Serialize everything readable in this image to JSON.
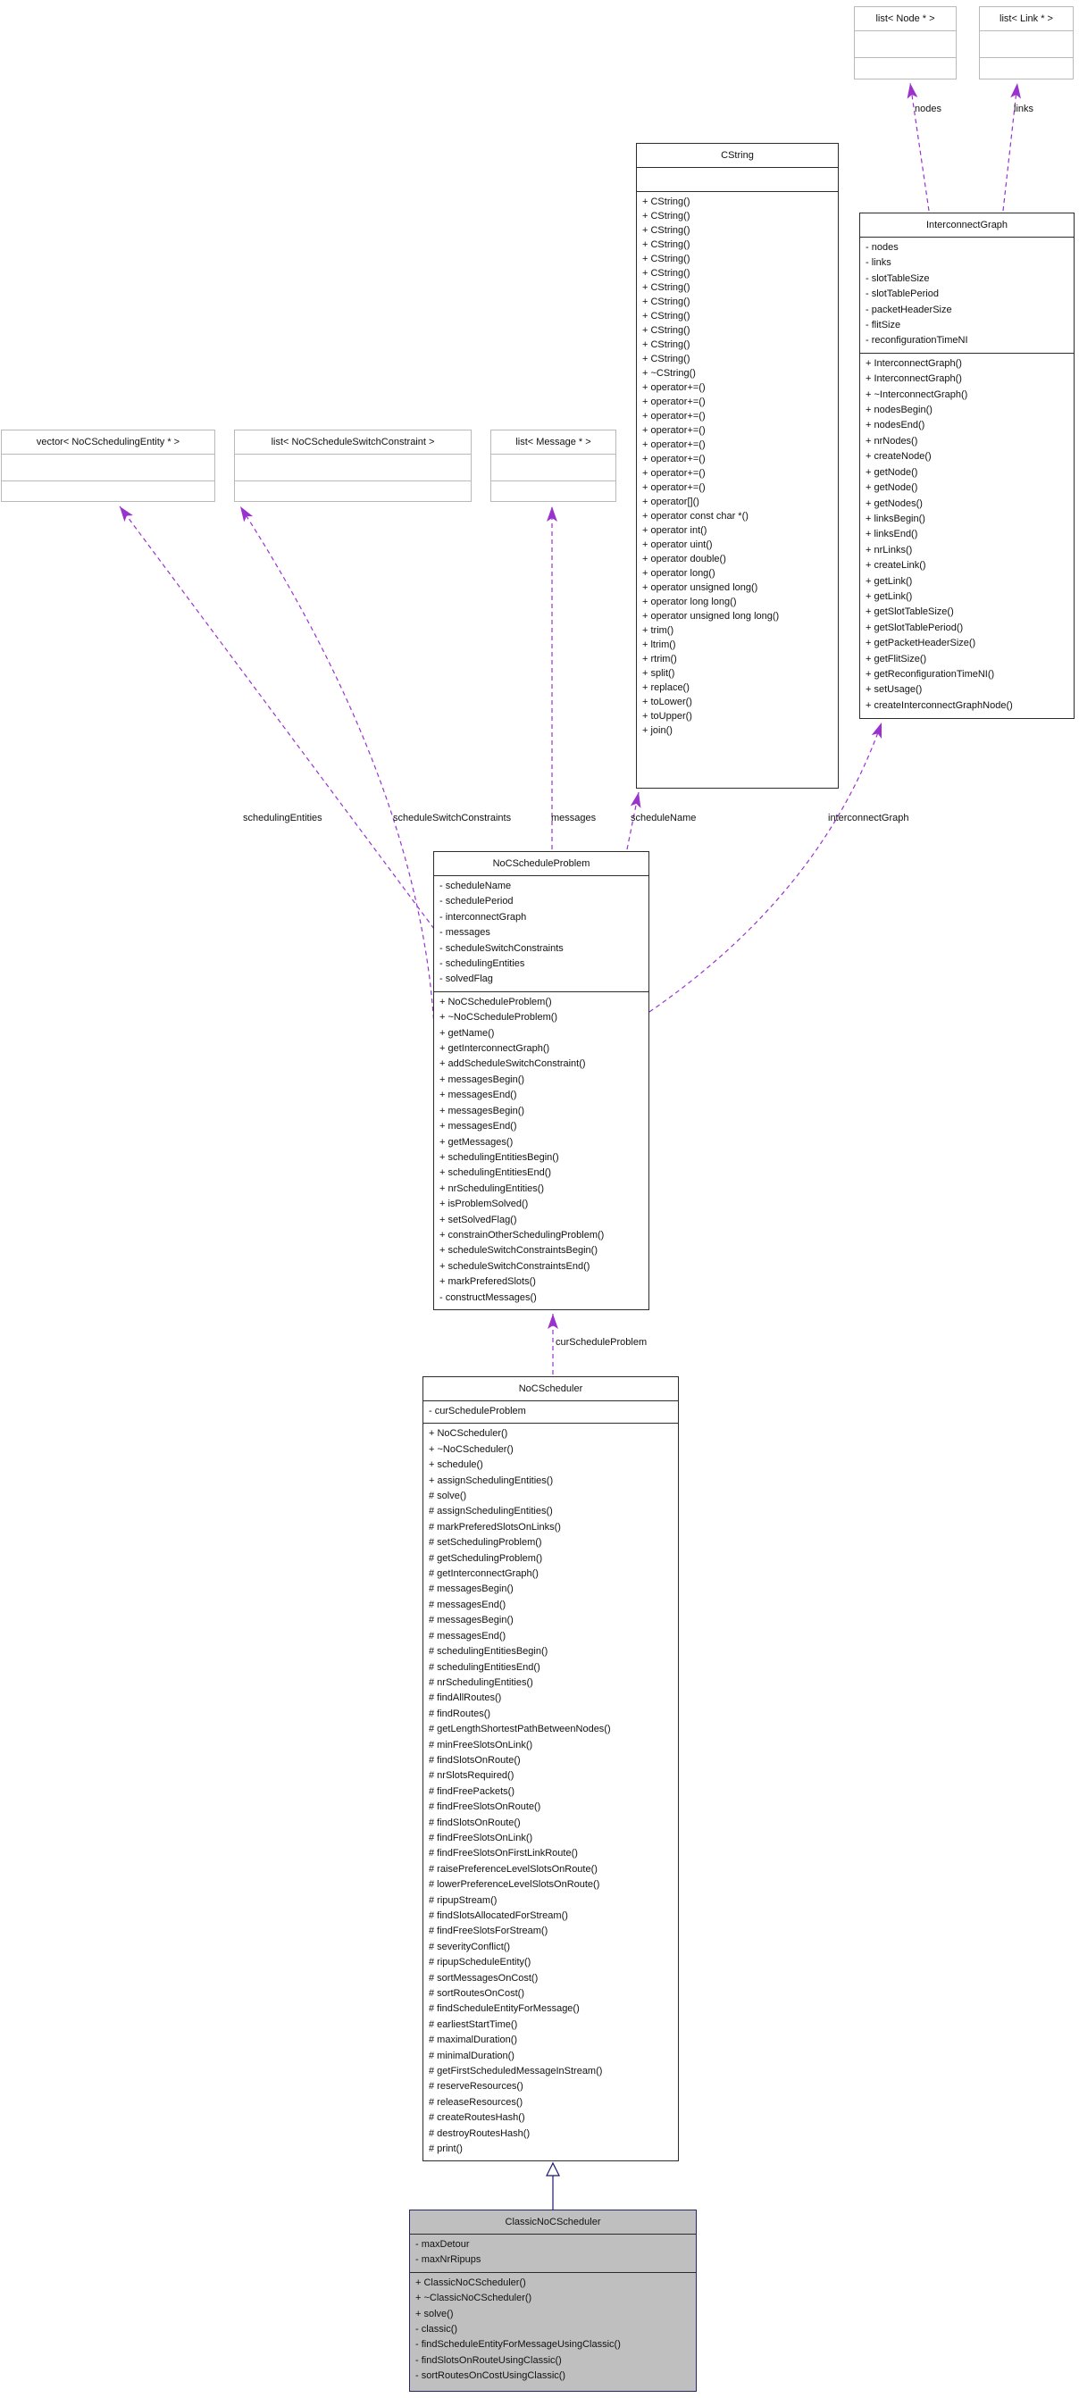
{
  "diagram_type": "uml-class-collaboration-diagram",
  "colors": {
    "usage_edge": "#9a32cd",
    "inheritance_edge": "#191970",
    "class_border": "#2b2b2b",
    "template_border": "#b9b9b9",
    "highlight_fill": "#bfbfbf",
    "background": "#ffffff"
  },
  "classes": [
    {
      "id": "list-node-ptr",
      "name": "list< Node * >",
      "kind": "template",
      "attributes": [],
      "methods": []
    },
    {
      "id": "list-link-ptr",
      "name": "list< Link * >",
      "kind": "template",
      "attributes": [],
      "methods": []
    },
    {
      "id": "cstring",
      "name": "CString",
      "kind": "class",
      "attributes": [],
      "methods": [
        "+ CString()",
        "+ CString()",
        "+ CString()",
        "+ CString()",
        "+ CString()",
        "+ CString()",
        "+ CString()",
        "+ CString()",
        "+ CString()",
        "+ CString()",
        "+ CString()",
        "+ CString()",
        "+ ~CString()",
        "+ operator+=()",
        "+ operator+=()",
        "+ operator+=()",
        "+ operator+=()",
        "+ operator+=()",
        "+ operator+=()",
        "+ operator+=()",
        "+ operator+=()",
        "+ operator[]()",
        "+ operator const char *()",
        "+ operator int()",
        "+ operator uint()",
        "+ operator double()",
        "+ operator long()",
        "+ operator unsigned long()",
        "+ operator long long()",
        "+ operator unsigned long long()",
        "+ trim()",
        "+ ltrim()",
        "+ rtrim()",
        "+ split()",
        "+ replace()",
        "+ toLower()",
        "+ toUpper()",
        "+ join()"
      ]
    },
    {
      "id": "interconnect-graph",
      "name": "InterconnectGraph",
      "kind": "class",
      "attributes": [
        "- nodes",
        "- links",
        "- slotTableSize",
        "- slotTablePeriod",
        "- packetHeaderSize",
        "- flitSize",
        "- reconfigurationTimeNI"
      ],
      "methods": [
        "+ InterconnectGraph()",
        "+ InterconnectGraph()",
        "+ ~InterconnectGraph()",
        "+ nodesBegin()",
        "+ nodesEnd()",
        "+ nrNodes()",
        "+ createNode()",
        "+ getNode()",
        "+ getNode()",
        "+ getNodes()",
        "+ linksBegin()",
        "+ linksEnd()",
        "+ nrLinks()",
        "+ createLink()",
        "+ getLink()",
        "+ getLink()",
        "+ getSlotTableSize()",
        "+ getSlotTablePeriod()",
        "+ getPacketHeaderSize()",
        "+ getFlitSize()",
        "+ getReconfigurationTimeNI()",
        "+ setUsage()",
        "+ createInterconnectGraphNode()"
      ]
    },
    {
      "id": "vector-nocschedulingentity",
      "name": "vector< NoCSchedulingEntity * >",
      "kind": "template",
      "attributes": [],
      "methods": []
    },
    {
      "id": "list-nocscheduleswitchconstraint",
      "name": "list< NoCScheduleSwitchConstraint >",
      "kind": "template",
      "attributes": [],
      "methods": []
    },
    {
      "id": "list-message-ptr",
      "name": "list< Message * >",
      "kind": "template",
      "attributes": [],
      "methods": []
    },
    {
      "id": "nocscheduleproblem",
      "name": "NoCScheduleProblem",
      "kind": "class",
      "attributes": [
        "- scheduleName",
        "- schedulePeriod",
        "- interconnectGraph",
        "- messages",
        "- scheduleSwitchConstraints",
        "- schedulingEntities",
        "- solvedFlag"
      ],
      "methods": [
        "+ NoCScheduleProblem()",
        "+ ~NoCScheduleProblem()",
        "+ getName()",
        "+ getInterconnectGraph()",
        "+ addScheduleSwitchConstraint()",
        "+ messagesBegin()",
        "+ messagesEnd()",
        "+ messagesBegin()",
        "+ messagesEnd()",
        "+ getMessages()",
        "+ schedulingEntitiesBegin()",
        "+ schedulingEntitiesEnd()",
        "+ nrSchedulingEntities()",
        "+ isProblemSolved()",
        "+ setSolvedFlag()",
        "+ constrainOtherSchedulingProblem()",
        "+ scheduleSwitchConstraintsBegin()",
        "+ scheduleSwitchConstraintsEnd()",
        "+ markPreferedSlots()",
        "- constructMessages()"
      ]
    },
    {
      "id": "nocscheduler",
      "name": "NoCScheduler",
      "kind": "class",
      "attributes": [
        "- curScheduleProblem"
      ],
      "methods": [
        "+ NoCScheduler()",
        "+ ~NoCScheduler()",
        "+ schedule()",
        "+ assignSchedulingEntities()",
        "# solve()",
        "# assignSchedulingEntities()",
        "# markPreferedSlotsOnLinks()",
        "# setSchedulingProblem()",
        "# getSchedulingProblem()",
        "# getInterconnectGraph()",
        "# messagesBegin()",
        "# messagesEnd()",
        "# messagesBegin()",
        "# messagesEnd()",
        "# schedulingEntitiesBegin()",
        "# schedulingEntitiesEnd()",
        "# nrSchedulingEntities()",
        "# findAllRoutes()",
        "# findRoutes()",
        "# getLengthShortestPathBetweenNodes()",
        "# minFreeSlotsOnLink()",
        "# findSlotsOnRoute()",
        "# nrSlotsRequired()",
        "# findFreePackets()",
        "# findFreeSlotsOnRoute()",
        "# findSlotsOnRoute()",
        "# findFreeSlotsOnLink()",
        "# findFreeSlotsOnFirstLinkRoute()",
        "# raisePreferenceLevelSlotsOnRoute()",
        "# lowerPreferenceLevelSlotsOnRoute()",
        "# ripupStream()",
        "# findSlotsAllocatedForStream()",
        "# findFreeSlotsForStream()",
        "# severityConflict()",
        "# ripupScheduleEntity()",
        "# sortMessagesOnCost()",
        "# sortRoutesOnCost()",
        "# findScheduleEntityForMessage()",
        "# earliestStartTime()",
        "# maximalDuration()",
        "# minimalDuration()",
        "# getFirstScheduledMessageInStream()",
        "# reserveResources()",
        "# releaseResources()",
        "# createRoutesHash()",
        "# destroyRoutesHash()",
        "# print()"
      ]
    },
    {
      "id": "classicnocscheduler",
      "name": "ClassicNoCScheduler",
      "kind": "class-highlight",
      "attributes": [
        "- maxDetour",
        "- maxNrRipups"
      ],
      "methods": [
        "+ ClassicNoCScheduler()",
        "+ ~ClassicNoCScheduler()",
        "+ solve()",
        "- classic()",
        "- findScheduleEntityForMessageUsingClassic()",
        "- findSlotsOnRouteUsingClassic()",
        "- sortRoutesOnCostUsingClassic()"
      ]
    }
  ],
  "edges": [
    {
      "label": "nodes",
      "type": "usage",
      "from": "InterconnectGraph",
      "to": "list< Node * >"
    },
    {
      "label": "links",
      "type": "usage",
      "from": "InterconnectGraph",
      "to": "list< Link * >"
    },
    {
      "label": "scheduleName",
      "type": "usage",
      "from": "NoCScheduleProblem",
      "to": "CString"
    },
    {
      "label": "interconnectGraph",
      "type": "usage",
      "from": "NoCScheduleProblem",
      "to": "InterconnectGraph"
    },
    {
      "label": "schedulingEntities",
      "type": "usage",
      "from": "NoCScheduleProblem",
      "to": "vector< NoCSchedulingEntity * >"
    },
    {
      "label": "scheduleSwitchConstraints",
      "type": "usage",
      "from": "NoCScheduleProblem",
      "to": "list< NoCScheduleSwitchConstraint >"
    },
    {
      "label": "messages",
      "type": "usage",
      "from": "NoCScheduleProblem",
      "to": "list< Message * >"
    },
    {
      "label": "curScheduleProblem",
      "type": "usage",
      "from": "NoCScheduler",
      "to": "NoCScheduleProblem"
    },
    {
      "label": "",
      "type": "inheritance",
      "from": "ClassicNoCScheduler",
      "to": "NoCScheduler"
    }
  ]
}
